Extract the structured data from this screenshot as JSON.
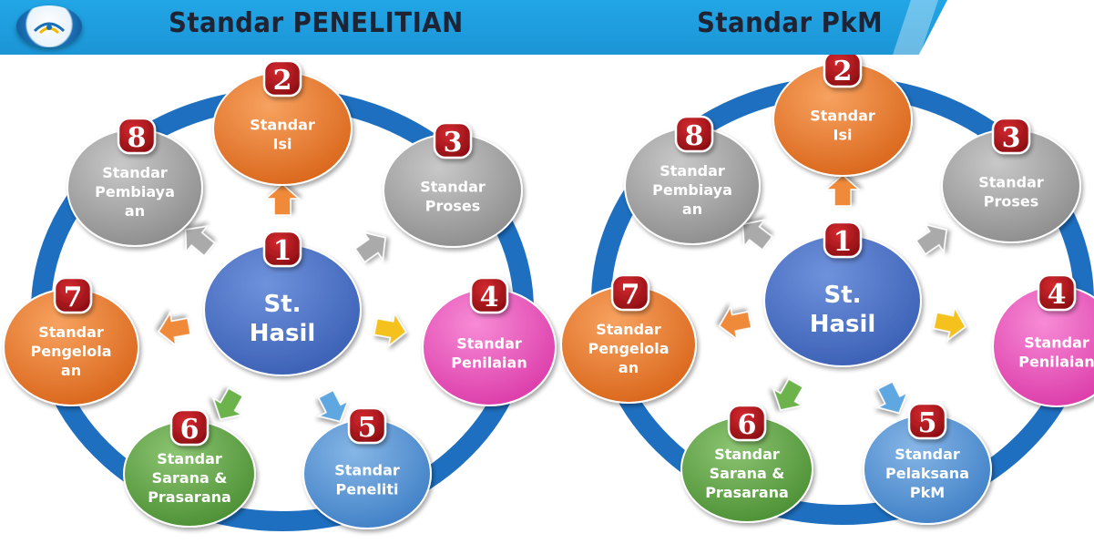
{
  "header": {
    "left_title": "Standar PENELITIAN",
    "right_title": "Standar PkM"
  },
  "colors": {
    "ring": "#1e6fc0",
    "orange": "#ec7f2c",
    "gray": "#a8a8a8",
    "magenta": "#ee55c0",
    "light_blue": "#5c9ad8",
    "green": "#62a84a",
    "center_blue": "#4a70c8",
    "badge": "#a8141a"
  },
  "diagrams": [
    {
      "center": {
        "number": "1",
        "lines": [
          "St.",
          "Hasil"
        ]
      },
      "nodes": [
        {
          "number": "2",
          "lines": [
            "Standar",
            "Isi"
          ],
          "color": "orange"
        },
        {
          "number": "3",
          "lines": [
            "Standar",
            "Proses"
          ],
          "color": "gray"
        },
        {
          "number": "4",
          "lines": [
            "Standar",
            "Penilaian"
          ],
          "color": "magenta"
        },
        {
          "number": "5",
          "lines": [
            "Standar",
            "Peneliti"
          ],
          "color": "light_blue"
        },
        {
          "number": "6",
          "lines": [
            "Standar",
            "Sarana &",
            "Prasarana"
          ],
          "color": "green"
        },
        {
          "number": "7",
          "lines": [
            "Standar",
            "Pengelola",
            "an"
          ],
          "color": "orange"
        },
        {
          "number": "8",
          "lines": [
            "Standar",
            "Pembiaya",
            "an"
          ],
          "color": "gray"
        }
      ]
    },
    {
      "center": {
        "number": "1",
        "lines": [
          "St.",
          "Hasil"
        ]
      },
      "nodes": [
        {
          "number": "2",
          "lines": [
            "Standar",
            "Isi"
          ],
          "color": "orange"
        },
        {
          "number": "3",
          "lines": [
            "Standar",
            "Proses"
          ],
          "color": "gray"
        },
        {
          "number": "4",
          "lines": [
            "Standar",
            "Penilaian"
          ],
          "color": "magenta"
        },
        {
          "number": "5",
          "lines": [
            "Standar",
            "Pelaksana",
            "PkM"
          ],
          "color": "light_blue"
        },
        {
          "number": "6",
          "lines": [
            "Standar",
            "Sarana &",
            "Prasarana"
          ],
          "color": "green"
        },
        {
          "number": "7",
          "lines": [
            "Standar",
            "Pengelola",
            "an"
          ],
          "color": "orange"
        },
        {
          "number": "8",
          "lines": [
            "Standar",
            "Pembiaya",
            "an"
          ],
          "color": "gray"
        }
      ]
    }
  ]
}
